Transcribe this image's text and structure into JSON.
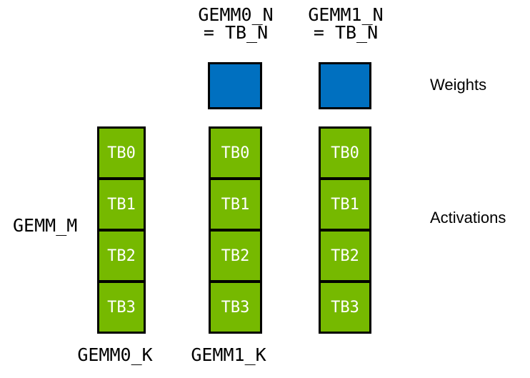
{
  "colors": {
    "weights_fill": "#0070C0",
    "activations_fill": "#76B900",
    "block_border": "#000000",
    "tb_text": "#ffffff",
    "label_text": "#000000",
    "page_bg": "#ffffff"
  },
  "labels": {
    "gemm0_n_line1": "GEMM0_N",
    "gemm0_n_line2": "= TB_N",
    "gemm1_n_line1": "GEMM1_N",
    "gemm1_n_line2": "= TB_N",
    "gemm_m": "GEMM_M",
    "gemm0_k": "GEMM0_K",
    "gemm1_k": "GEMM1_K",
    "weights": "Weights",
    "activations": "Activations"
  },
  "columns": [
    {
      "name": "activations-column-0",
      "has_weight_square": false,
      "blocks": [
        "TB0",
        "TB1",
        "TB2",
        "TB3"
      ]
    },
    {
      "name": "activations-column-1",
      "has_weight_square": true,
      "blocks": [
        "TB0",
        "TB1",
        "TB2",
        "TB3"
      ]
    },
    {
      "name": "activations-column-2",
      "has_weight_square": true,
      "blocks": [
        "TB0",
        "TB1",
        "TB2",
        "TB3"
      ]
    }
  ]
}
